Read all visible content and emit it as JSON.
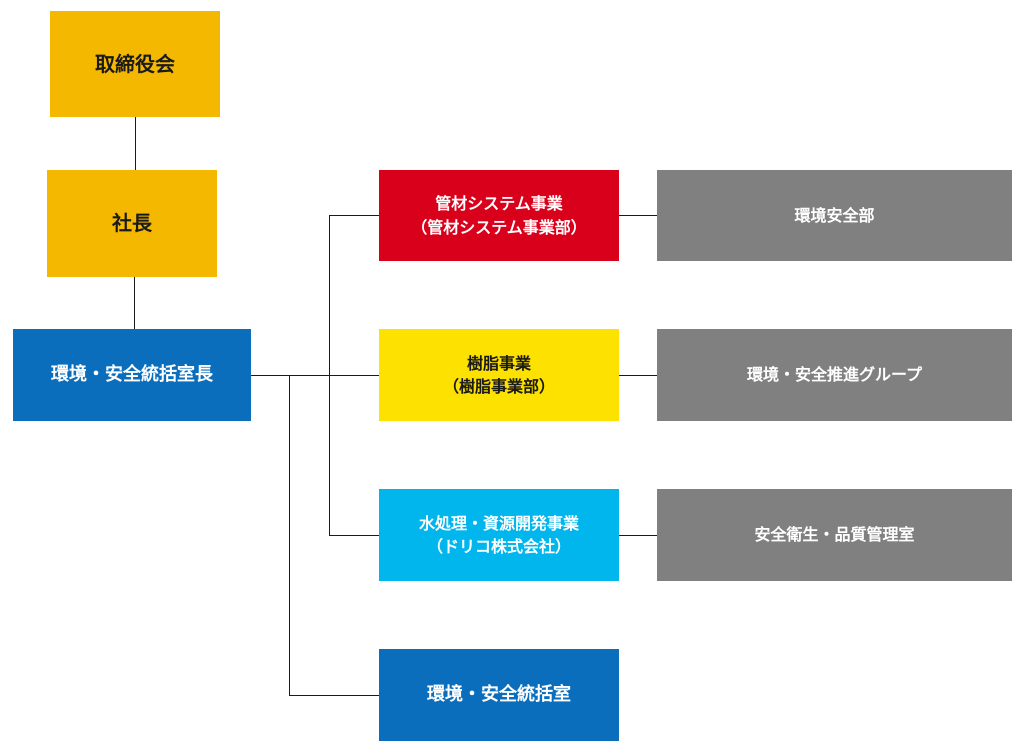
{
  "colors": {
    "top_boxes": "#f5b800",
    "director_box": "#0a6ebd",
    "pipe_division": "#d9001b",
    "resin_division": "#fde100",
    "water_division": "#00b6ec",
    "support_units": "#808080"
  },
  "nodes": {
    "board": "取締役会",
    "president": "社長",
    "director": "環境・安全統括室長",
    "pipe_division": {
      "line1": "管材システム事業",
      "line2": "（管材システム事業部）"
    },
    "resin_division": {
      "line1": "樹脂事業",
      "line2": "（樹脂事業部）"
    },
    "water_division": {
      "line1": "水処理・資源開発事業",
      "line2": "（ドリコ株式会社）"
    },
    "office": "環境・安全統括室",
    "env_safety_dept": "環境安全部",
    "env_safety_group": "環境・安全推進グループ",
    "hygiene_quality_office": "安全衛生・品質管理室"
  }
}
